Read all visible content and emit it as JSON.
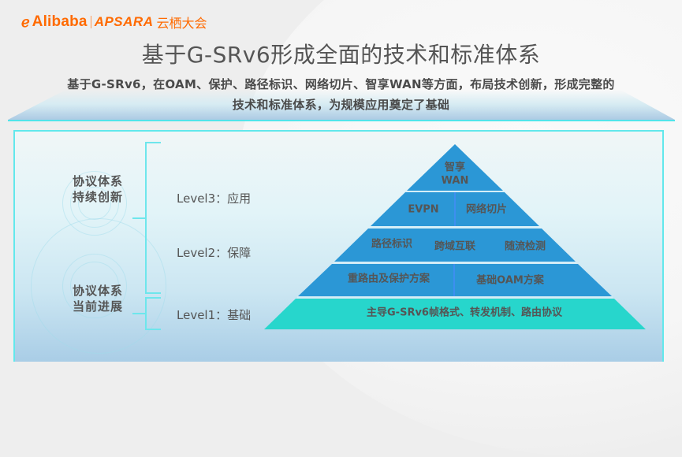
{
  "logo": {
    "mark": "ℯ",
    "brand": "Alibaba",
    "product": "APSARA",
    "event": "云栖大会"
  },
  "title": "基于G-SRv6形成全面的技术和标准体系",
  "subtitle": {
    "line1": "基于G-SRv6，在OAM、保护、路径标识、网络切片、智享WAN等方面，布局技术创新，形成完整的",
    "line2": "技术和标准体系，为规模应用奠定了基础"
  },
  "side_groups": [
    {
      "line1": "协议体系",
      "line2": "持续创新"
    },
    {
      "line1": "协议体系",
      "line2": "当前进展"
    }
  ],
  "levels": [
    {
      "label": "Level3：应用"
    },
    {
      "label": "Level2：保障"
    },
    {
      "label": "Level1：基础"
    }
  ],
  "pyramid": {
    "colors": {
      "upper": "#2b97d6",
      "base": "#27d6cc",
      "separator": "#d4eef8",
      "divider": "#3d8ff0"
    },
    "tiers": [
      {
        "items": [
          "智享",
          "WAN"
        ]
      },
      {
        "items": [
          "EVPN",
          "网络切片"
        ]
      },
      {
        "items": [
          "路径标识",
          "跨域互联",
          "随流检测"
        ]
      },
      {
        "items": [
          "重路由及保护方案",
          "基础OAM方案"
        ]
      },
      {
        "items": [
          "主导G-SRv6帧格式、转发机制、路由协议"
        ]
      }
    ]
  }
}
